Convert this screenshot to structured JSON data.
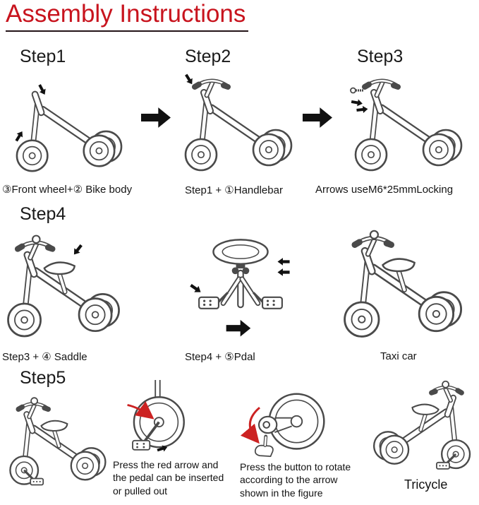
{
  "title": "Assembly Instructions",
  "colors": {
    "title_red": "#c8141e",
    "drawing_line": "#4a4a4a",
    "arrow_black": "#111111",
    "accent_red": "#cc2222"
  },
  "steps": [
    {
      "heading": "Step1",
      "caption": "③Front wheel+② Bike body"
    },
    {
      "heading": "Step2",
      "caption": "Step1 + ①Handlebar"
    },
    {
      "heading": "Step3",
      "caption": "Arrows useM6*25mmLocking"
    },
    {
      "heading": "Step4",
      "captions": [
        "Step3 + ④ Saddle",
        "Step4 + ⑤Pdal",
        "Taxi car"
      ]
    },
    {
      "heading": "Step5",
      "notes": [
        "Press the red arrow and the pedal can be inserted or pulled out",
        "Press the button to rotate according to the arrow shown in the figure"
      ],
      "final_label": "Tricycle"
    }
  ],
  "illustrations": {
    "step1": "bike-body-with-front-wheel-illustration",
    "step2": "bike-with-handlebar-illustration",
    "step3": "handlebar-locking-screw-illustration",
    "step4_saddle": "bike-with-saddle-illustration",
    "step4_pedal": "saddle-post-and-pedals-illustration",
    "step4_taxi": "taxi-car-trike-illustration",
    "step5_bike": "trike-with-pedals-illustration",
    "step5_pedal_closeup": "pedal-insert-closeup-illustration",
    "step5_wheel_closeup": "wheel-rotate-button-closeup-illustration",
    "step5_tricycle": "complete-tricycle-illustration"
  }
}
